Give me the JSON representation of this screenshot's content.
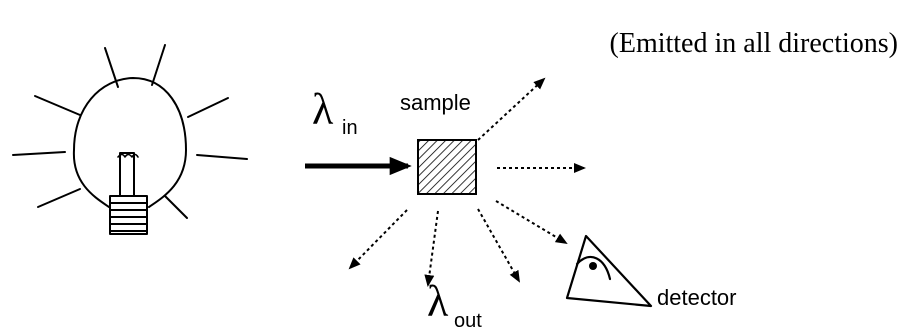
{
  "caption": "(Emitted in all directions)",
  "input_beam": {
    "symbol": "λ",
    "subscript": "in"
  },
  "output_beam": {
    "symbol": "λ",
    "subscript": "out"
  },
  "sample_label": "sample",
  "detector_label": "detector",
  "icons": [
    "light-bulb-icon",
    "sample-block-icon",
    "eye-icon"
  ]
}
